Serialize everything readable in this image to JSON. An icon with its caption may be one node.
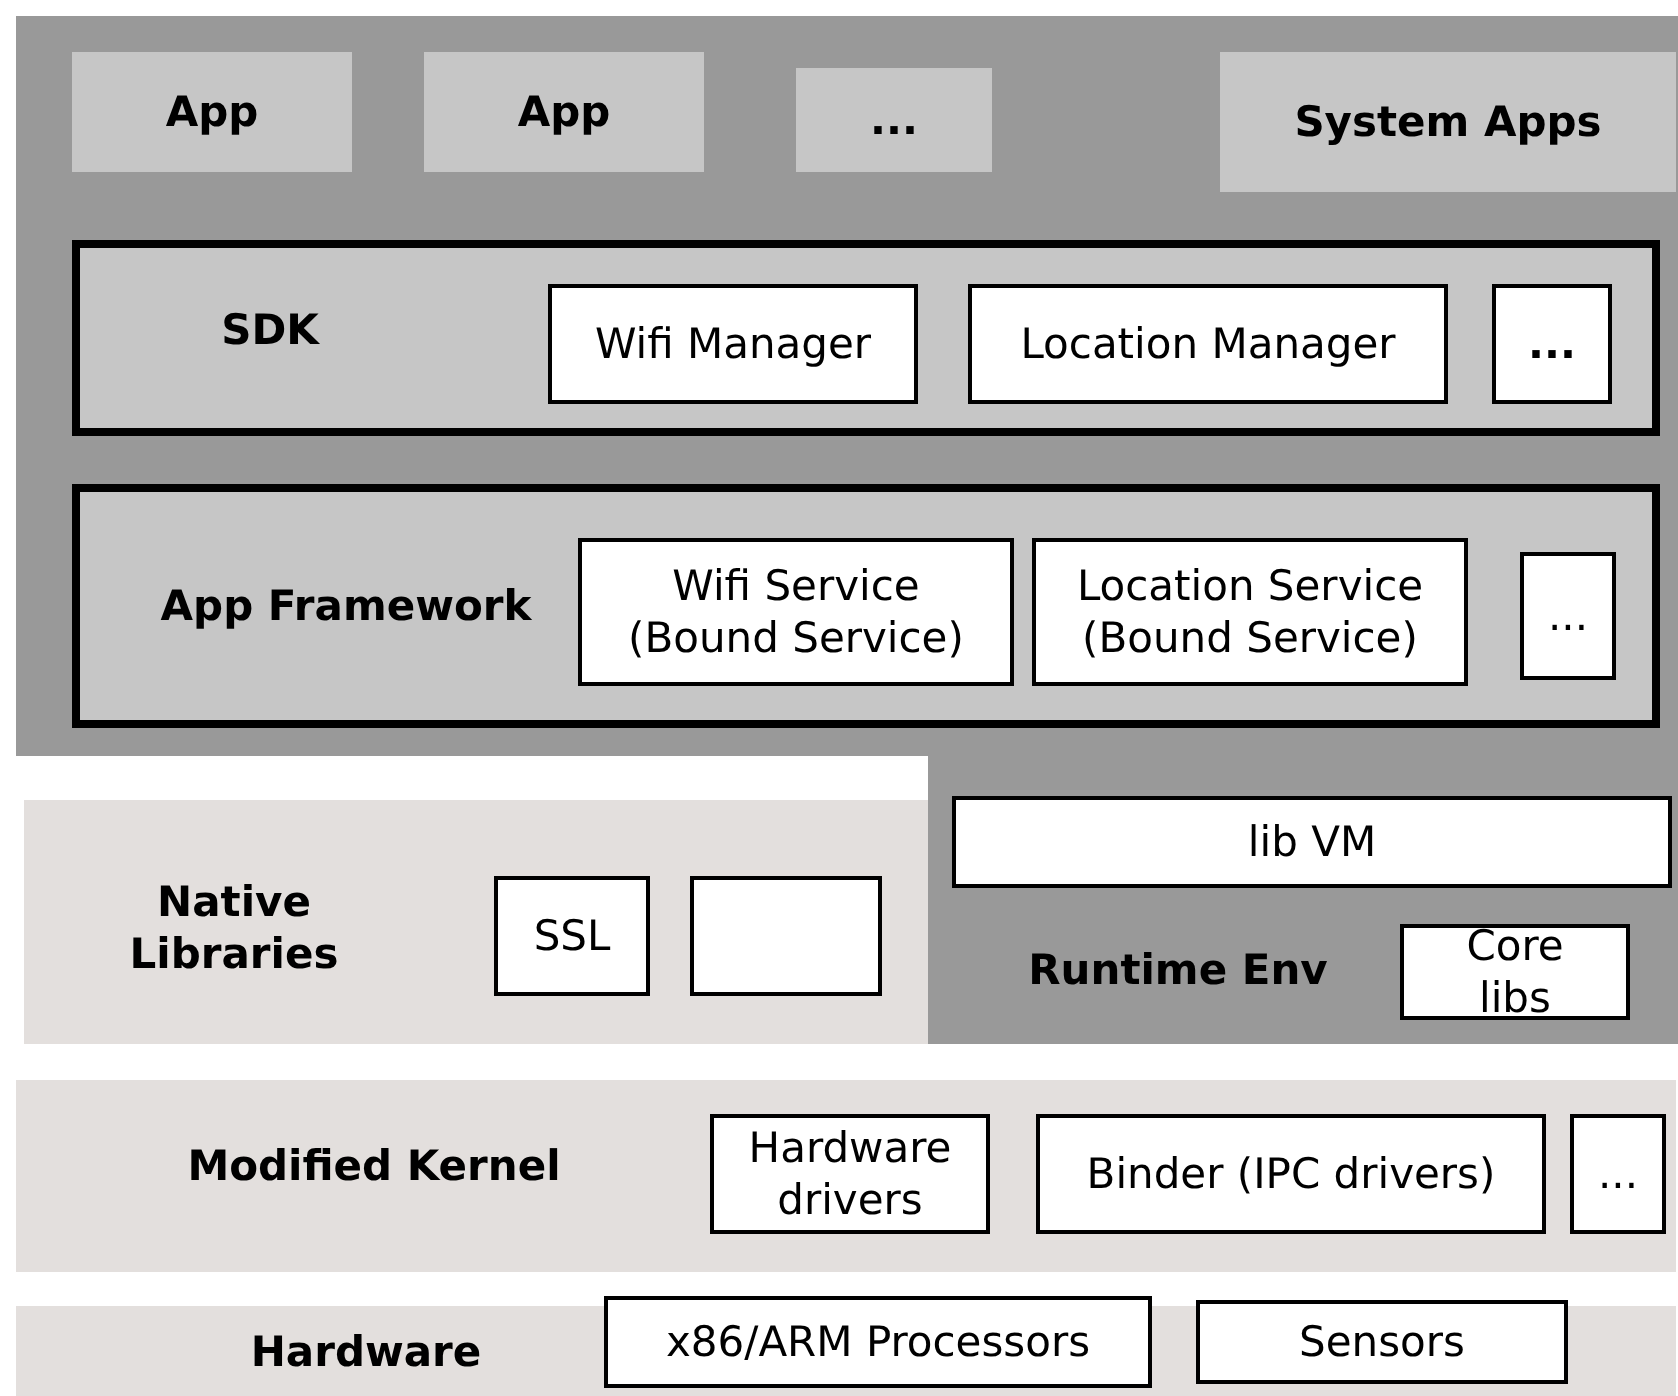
{
  "diagram": {
    "nodes": [
      {
        "text": [
          "App"
        ]
      },
      {
        "text": [
          "App"
        ]
      },
      {
        "text": [
          "..."
        ]
      },
      {
        "text": [
          "System Apps"
        ]
      },
      {
        "text": [
          "SDK"
        ]
      },
      {
        "text": [
          "Wifi Manager"
        ],
        "in": 4
      },
      {
        "text": [
          "Location Manager"
        ],
        "in": 4
      },
      {
        "text": [
          "..."
        ],
        "in": 4
      },
      {
        "text": [
          "App Framework"
        ]
      },
      {
        "text": [
          "Wifi Service (Bound Service)"
        ],
        "in": 8
      },
      {
        "text": [
          "Location Service (Bound Service)"
        ],
        "in": 8
      },
      {
        "text": [
          "..."
        ],
        "in": 8
      },
      {
        "text": [
          "Native Libraries"
        ]
      },
      {
        "text": [
          "SSL"
        ],
        "in": 12
      },
      {
        "text": [],
        "shape": "box",
        "in": 12
      },
      {
        "text": [
          "Runtime Env"
        ]
      },
      {
        "text": [
          "lib VM"
        ],
        "in": 15
      },
      {
        "text": [
          "Core libs"
        ],
        "in": 15
      },
      {
        "text": [
          "Modified Kernel"
        ]
      },
      {
        "text": [
          "Hardware drivers"
        ],
        "in": 18
      },
      {
        "text": [
          "Binder (IPC drivers)"
        ],
        "in": 18
      },
      {
        "text": [
          "..."
        ],
        "in": 18
      },
      {
        "text": [
          "Hardware"
        ]
      },
      {
        "text": [
          "x86/ARM Processors"
        ],
        "in": 22
      },
      {
        "text": [
          "Sensors"
        ],
        "in": 22
      }
    ]
  }
}
